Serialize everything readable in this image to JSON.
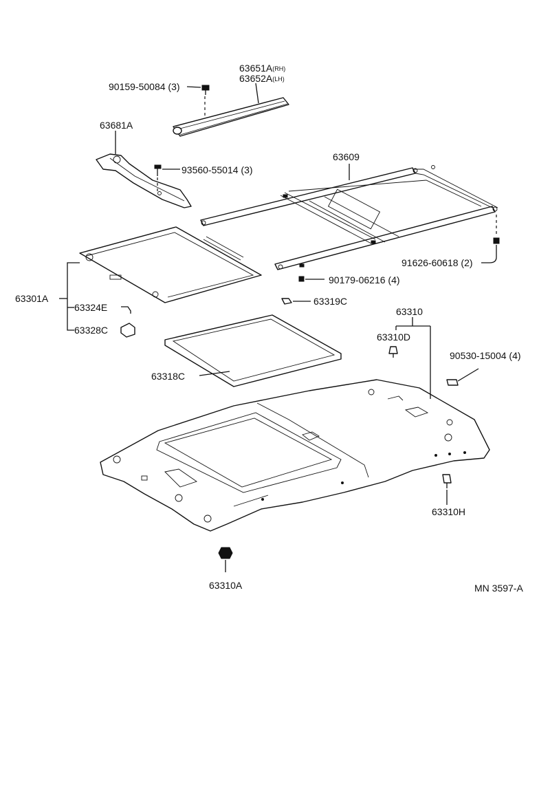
{
  "labels": {
    "p90159": "90159-50084 (3)",
    "p63651": "63651A",
    "p63651_sfx": "(RH)",
    "p63652": "63652A",
    "p63652_sfx": "(LH)",
    "p63681": "63681A",
    "p93560": "93560-55014 (3)",
    "p63609": "63609",
    "p91626": "91626-60618 (2)",
    "p90179": "90179-06216 (4)",
    "p63301": "63301A",
    "p63324": "63324E",
    "p63328": "63328C",
    "p63319": "63319C",
    "p63310": "63310",
    "p63310d": "63310D",
    "p90530": "90530-15004 (4)",
    "p63318": "63318C",
    "p63310h": "63310H",
    "p63310a": "63310A",
    "ref": "MN 3597-A"
  }
}
